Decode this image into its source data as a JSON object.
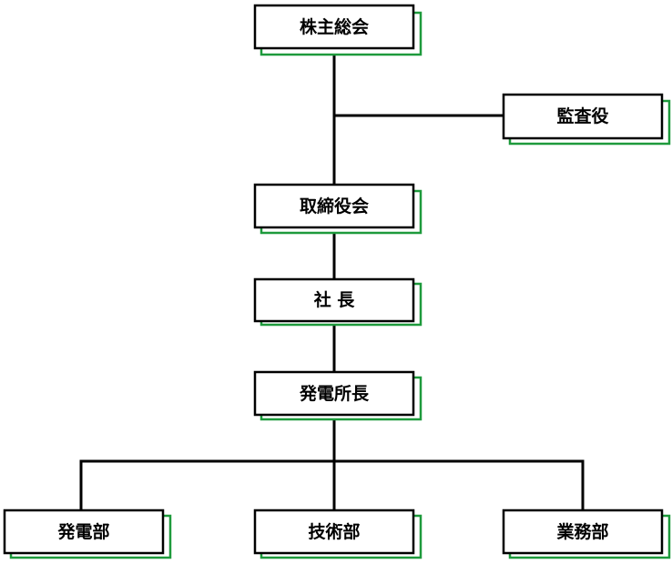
{
  "colors": {
    "line": "#000000",
    "box_border": "#000000",
    "box_shadow": "#1e9a3c",
    "background": "#ffffff"
  },
  "nodes": {
    "shareholders_meeting": "株主総会",
    "auditor": "監査役",
    "board_of_directors": "取締役会",
    "president": "社 長",
    "plant_manager": "発電所長",
    "power_generation_dept": "発電部",
    "engineering_dept": "技術部",
    "business_dept": "業務部"
  }
}
